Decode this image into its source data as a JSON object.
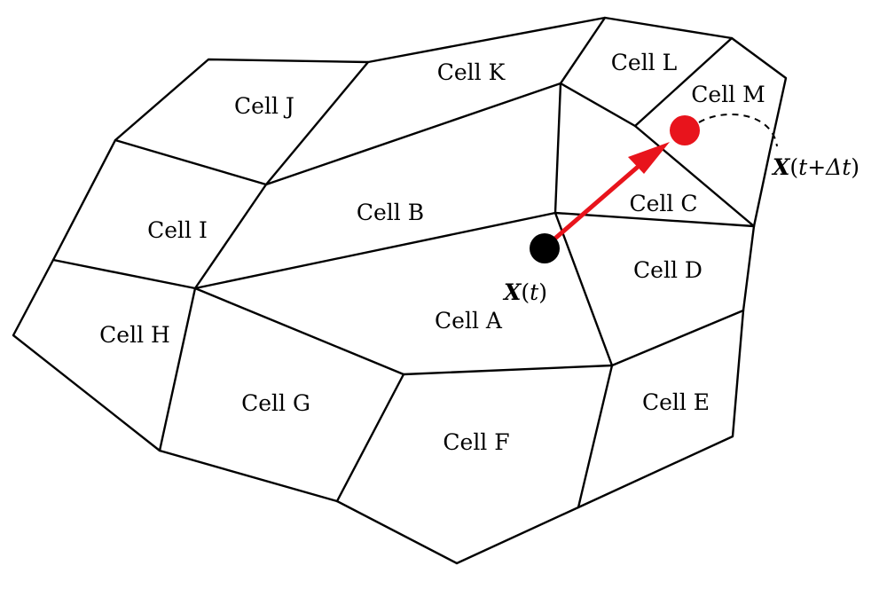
{
  "cells": [
    {
      "id": "a",
      "label": "Cell A"
    },
    {
      "id": "b",
      "label": "Cell B"
    },
    {
      "id": "c",
      "label": "Cell C"
    },
    {
      "id": "d",
      "label": "Cell D"
    },
    {
      "id": "e",
      "label": "Cell E"
    },
    {
      "id": "f",
      "label": "Cell F"
    },
    {
      "id": "g",
      "label": "Cell G"
    },
    {
      "id": "h",
      "label": "Cell H"
    },
    {
      "id": "i",
      "label": "Cell I"
    },
    {
      "id": "j",
      "label": "Cell J"
    },
    {
      "id": "k",
      "label": "Cell K"
    },
    {
      "id": "l",
      "label": "Cell L"
    },
    {
      "id": "m",
      "label": "Cell M"
    }
  ],
  "particle_start": {
    "symbol": "X",
    "argument": "t",
    "color": "#000000"
  },
  "particle_end": {
    "symbol": "X",
    "argument": "t+Δt",
    "color": "#e8141c"
  },
  "arrow_color": "#e8141c"
}
